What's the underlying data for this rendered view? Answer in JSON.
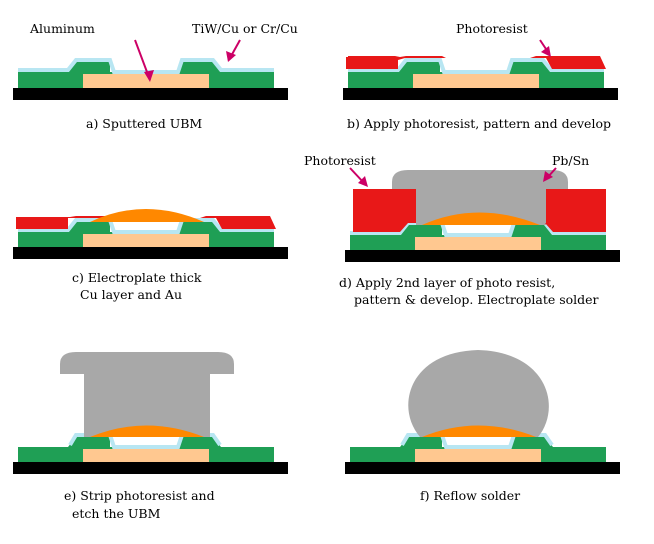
{
  "figure": {
    "steps": [
      {
        "id": "a",
        "caption_lines": [
          "a) Sputtered UBM"
        ],
        "labels": [
          "Aluminum",
          "TiW/Cu or Cr/Cu"
        ]
      },
      {
        "id": "b",
        "caption_lines": [
          "b) Apply photoresist, pattern and develop"
        ],
        "labels": [
          "Photoresist"
        ]
      },
      {
        "id": "c",
        "caption_lines": [
          "c) Electroplate thick",
          "Cu layer and Au"
        ],
        "labels": []
      },
      {
        "id": "d",
        "caption_lines": [
          "d) Apply 2nd layer of photo resist,",
          "pattern & develop. Electroplate solder"
        ],
        "labels": [
          "Photoresist",
          "Pb/Sn"
        ]
      },
      {
        "id": "e",
        "caption_lines": [
          "e) Strip photoresist and",
          "etch the UBM"
        ],
        "labels": []
      },
      {
        "id": "f",
        "caption_lines": [
          "f) Reflow solder"
        ],
        "labels": []
      }
    ]
  },
  "colors": {
    "substrate": "#000000",
    "passivation": "#1f9f55",
    "aluminum_pad": "#ffc890",
    "ubm": "#b8e6f2",
    "photoresist": "#e81818",
    "copper_bump": "#ff8800",
    "solder": "#a8a8a8",
    "arrow": "#cc0066"
  }
}
